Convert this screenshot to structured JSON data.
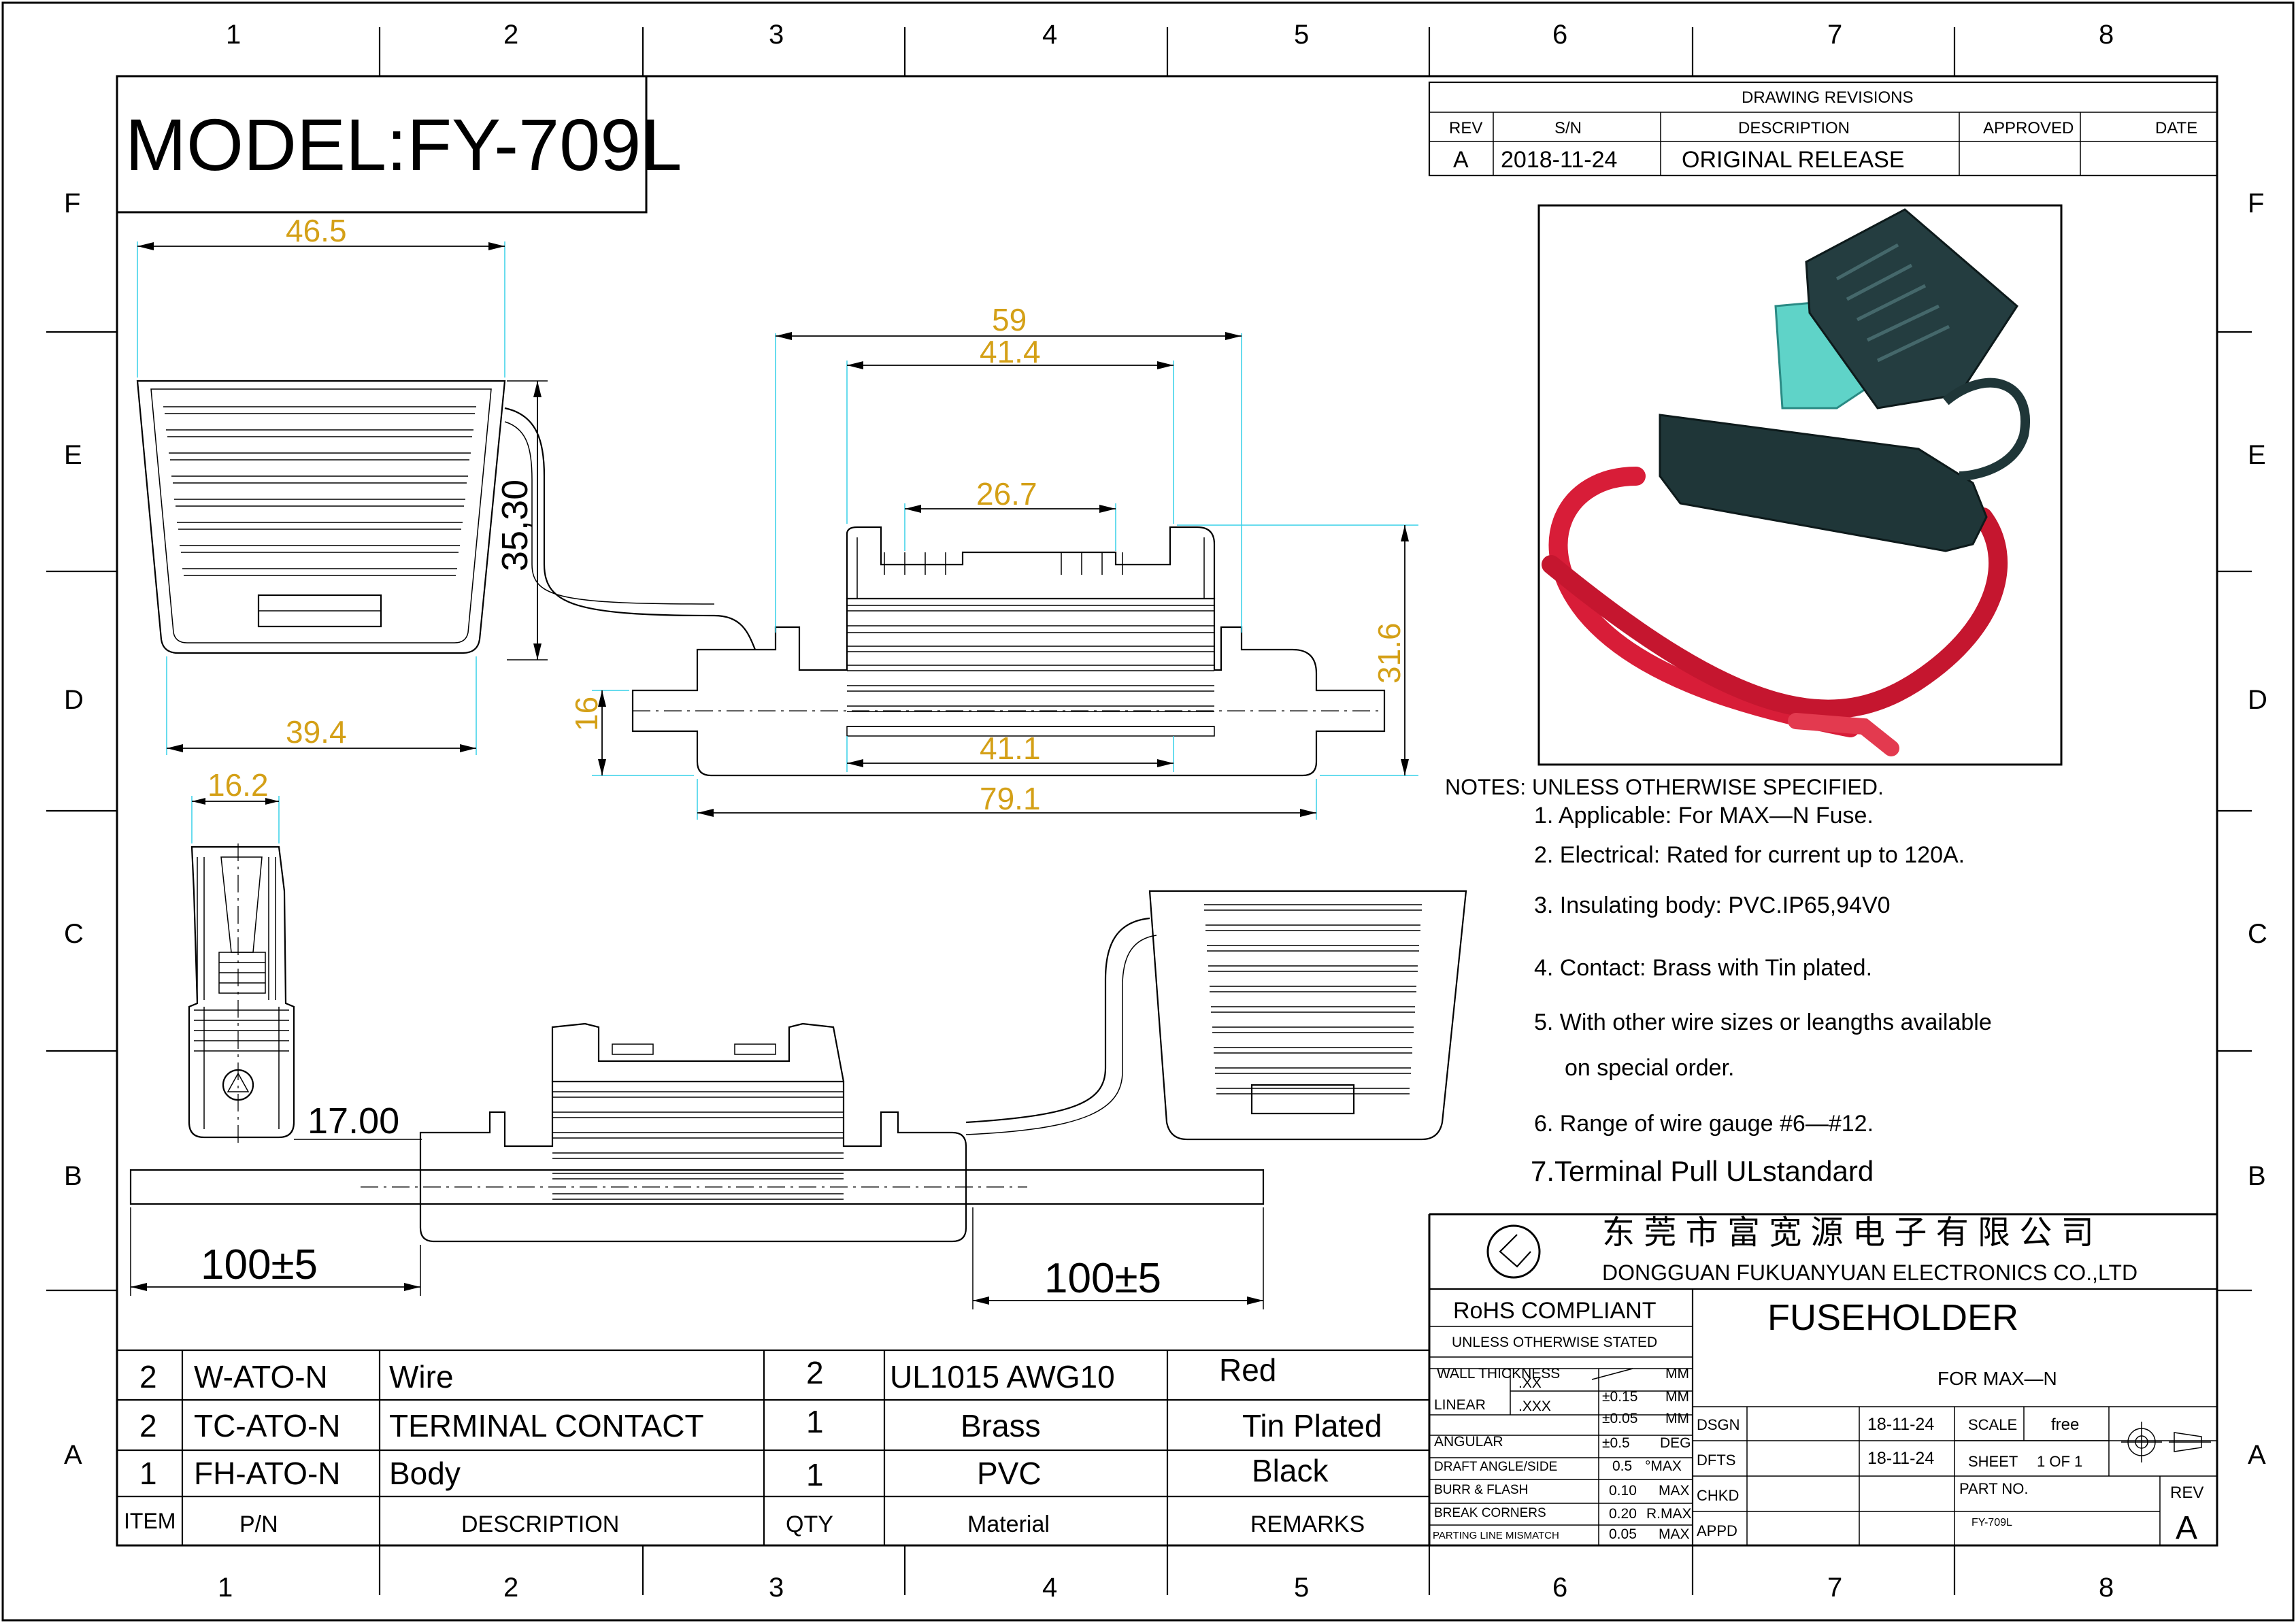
{
  "zones": {
    "columns": [
      "1",
      "2",
      "3",
      "4",
      "5",
      "6",
      "7",
      "8"
    ],
    "rows": [
      "F",
      "E",
      "D",
      "C",
      "B",
      "A"
    ]
  },
  "title": {
    "model": "MODEL:FY-709L"
  },
  "revisions": {
    "heading": "DRAWING  REVISIONS",
    "headers": [
      "REV",
      "S/N",
      "DESCRIPTION",
      "APPROVED",
      "DATE"
    ],
    "rows": [
      {
        "rev": "A",
        "sn": "2018-11-24",
        "description": "ORIGINAL RELEASE",
        "approved": "",
        "date": ""
      }
    ]
  },
  "dimensions": {
    "top_width": "46.5",
    "cover_height": "35,30",
    "bottom_width": "39.4",
    "overall_top": "59",
    "inner_top": "41.4",
    "slot_width": "26.7",
    "body_height": "31.6",
    "base_height": "16",
    "inner_bottom": "41.1",
    "overall_length": "79.1",
    "side_width": "16.2",
    "side_height": "17.00",
    "wire_left": "100±5",
    "wire_right": "100±5"
  },
  "notes": {
    "heading": "NOTES:  UNLESS  OTHERWISE  SPECIFIED.",
    "items": [
      "1.  Applicable: For MAX—N Fuse.",
      "2. Electrical: Rated for current up to 120A.",
      "3. Insulating body: PVC.IP65,94V0",
      "4. Contact: Brass with Tin plated.",
      "5. With other wire sizes or leangths available",
      "on special order.",
      "6. Range of wire gauge #6—#12.",
      "7.Terminal Pull ULstandard"
    ]
  },
  "company": {
    "name_cn": "东 莞 市 富 宽 源 电 子 有 限 公 司",
    "name_en": "DONGGUAN FUKUANYUAN ELECTRONICS CO.,LTD"
  },
  "title_block": {
    "rohs": "RoHS COMPLIANT",
    "unless": "UNLESS OTHERWISE STATED",
    "wall": "WALL THICKNESS",
    "mm": "MM",
    "linear": "LINEAR",
    "xx": ".XX",
    "xxx": ".XXX",
    "tol_xx": "±0.15",
    "tol_xxx": "±0.05",
    "angular": "ANGULAR",
    "tol_ang": "±0.5",
    "deg": "DEG",
    "draft": "DRAFT ANGLE/SIDE",
    "draft_val": "0.5",
    "draft_unit": "°MAX",
    "burr": "BURR & FLASH",
    "burr_val": "0.10",
    "max": "MAX",
    "break": "BREAK  CORNERS",
    "break_val": "0.20",
    "rmax": "R.MAX",
    "parting": "PARTING LINE MISMATCH",
    "parting_val": "0.05",
    "title": "FUSEHOLDER",
    "subtitle": "FOR  MAX—N",
    "dsgn": "DSGN",
    "dfts": "DFTS",
    "chkd": "CHKD",
    "appd": "APPD",
    "dsgn_date": "18-11-24",
    "dfts_date": "18-11-24",
    "scale_label": "SCALE",
    "scale_val": "free",
    "sheet_label": "SHEET",
    "sheet_val": "1  OF  1",
    "part_label": "PART NO.",
    "part_val": "FY-709L",
    "rev_label": "REV",
    "rev_val": "A"
  },
  "bom": {
    "headers": [
      "ITEM",
      "P/N",
      "DESCRIPTION",
      "QTY",
      "Material",
      "REMARKS"
    ],
    "rows": [
      {
        "item": "2",
        "pn": "W-ATO-N",
        "desc": "Wire",
        "qty": "2",
        "material": "UL1015  AWG10",
        "remarks": "Red"
      },
      {
        "item": "2",
        "pn": "TC-ATO-N",
        "desc": "TERMINAL CONTACT",
        "qty": "1",
        "material": "Brass",
        "remarks": "Tin Plated"
      },
      {
        "item": "1",
        "pn": "FH-ATO-N",
        "desc": "Body",
        "qty": "1",
        "material": "PVC",
        "remarks": "Black"
      }
    ]
  }
}
